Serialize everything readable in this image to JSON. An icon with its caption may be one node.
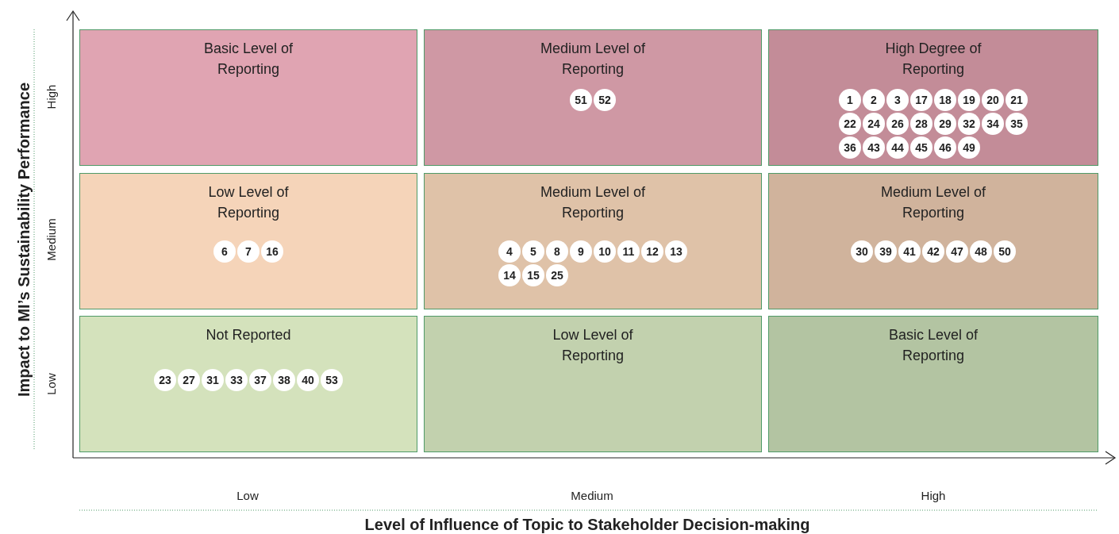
{
  "diagram": {
    "nodes": [
      {
        "text": [
          "Basic Level of Reporting"
        ]
      },
      {
        "text": [
          "Medium Level of Reporting"
        ]
      },
      {
        "text": [
          "51"
        ],
        "in": 1
      },
      {
        "text": [
          "52"
        ],
        "in": 1
      },
      {
        "text": [
          "High Degree of Reporting"
        ]
      },
      {
        "text": [
          "1"
        ],
        "in": 4
      },
      {
        "text": [
          "2"
        ],
        "in": 4
      },
      {
        "text": [
          "3"
        ],
        "in": 4
      },
      {
        "text": [
          "17"
        ],
        "in": 4
      },
      {
        "text": [
          "18"
        ],
        "in": 4
      },
      {
        "text": [
          "19"
        ],
        "in": 4
      },
      {
        "text": [
          "20"
        ],
        "in": 4
      },
      {
        "text": [
          "21"
        ],
        "in": 4
      },
      {
        "text": [
          "22"
        ],
        "in": 4
      },
      {
        "text": [
          "24"
        ],
        "in": 4
      },
      {
        "text": [
          "26"
        ],
        "in": 4
      },
      {
        "text": [
          "28"
        ],
        "in": 4
      },
      {
        "text": [
          "29"
        ],
        "in": 4
      },
      {
        "text": [
          "32"
        ],
        "in": 4
      },
      {
        "text": [
          "34"
        ],
        "in": 4
      },
      {
        "text": [
          "35"
        ],
        "in": 4
      },
      {
        "text": [
          "36"
        ],
        "in": 4
      },
      {
        "text": [
          "43"
        ],
        "in": 4
      },
      {
        "text": [
          "44"
        ],
        "in": 4
      },
      {
        "text": [
          "45"
        ],
        "in": 4
      },
      {
        "text": [
          "46"
        ],
        "in": 4
      },
      {
        "text": [
          "49"
        ],
        "in": 4
      },
      {
        "text": [
          "Low Level of Reporting"
        ]
      },
      {
        "text": [
          "6"
        ],
        "in": 27
      },
      {
        "text": [
          "7"
        ],
        "in": 27
      },
      {
        "text": [
          "16"
        ],
        "in": 27
      },
      {
        "text": [
          "Medium Level of Reporting"
        ]
      },
      {
        "text": [
          "4"
        ],
        "in": 31
      },
      {
        "text": [
          "5"
        ],
        "in": 31
      },
      {
        "text": [
          "8"
        ],
        "in": 31
      },
      {
        "text": [
          "9"
        ],
        "in": 31
      },
      {
        "text": [
          "10"
        ],
        "in": 31
      },
      {
        "text": [
          "11"
        ],
        "in": 31
      },
      {
        "text": [
          "12"
        ],
        "in": 31
      },
      {
        "text": [
          "13"
        ],
        "in": 31
      },
      {
        "text": [
          "14"
        ],
        "in": 31
      },
      {
        "text": [
          "15"
        ],
        "in": 31
      },
      {
        "text": [
          "25"
        ],
        "in": 31
      },
      {
        "text": [
          "Medium Level of Reporting"
        ]
      },
      {
        "text": [
          "30"
        ],
        "in": 43
      },
      {
        "text": [
          "39"
        ],
        "in": 43
      },
      {
        "text": [
          "41"
        ],
        "in": 43
      },
      {
        "text": [
          "42"
        ],
        "in": 43
      },
      {
        "text": [
          "47"
        ],
        "in": 43
      },
      {
        "text": [
          "48"
        ],
        "in": 43
      },
      {
        "text": [
          "50"
        ],
        "in": 43
      },
      {
        "text": [
          "Not Reported"
        ]
      },
      {
        "text": [
          "23"
        ],
        "in": 51
      },
      {
        "text": [
          "27"
        ],
        "in": 51
      },
      {
        "text": [
          "31"
        ],
        "in": 51
      },
      {
        "text": [
          "33"
        ],
        "in": 51
      },
      {
        "text": [
          "37"
        ],
        "in": 51
      },
      {
        "text": [
          "38"
        ],
        "in": 51
      },
      {
        "text": [
          "40"
        ],
        "in": 51
      },
      {
        "text": [
          "53"
        ],
        "in": 51
      },
      {
        "text": [
          "Low Level of Reporting"
        ]
      },
      {
        "text": [
          "Basic Level of Reporting"
        ]
      }
    ],
    "labels": [
      "Impact to MI’s Sustainability Performance",
      "High",
      "Medium",
      "Low",
      "Low",
      "Medium",
      "High",
      "Level of Influence of Topic to Stakeholder Decision-making"
    ]
  }
}
